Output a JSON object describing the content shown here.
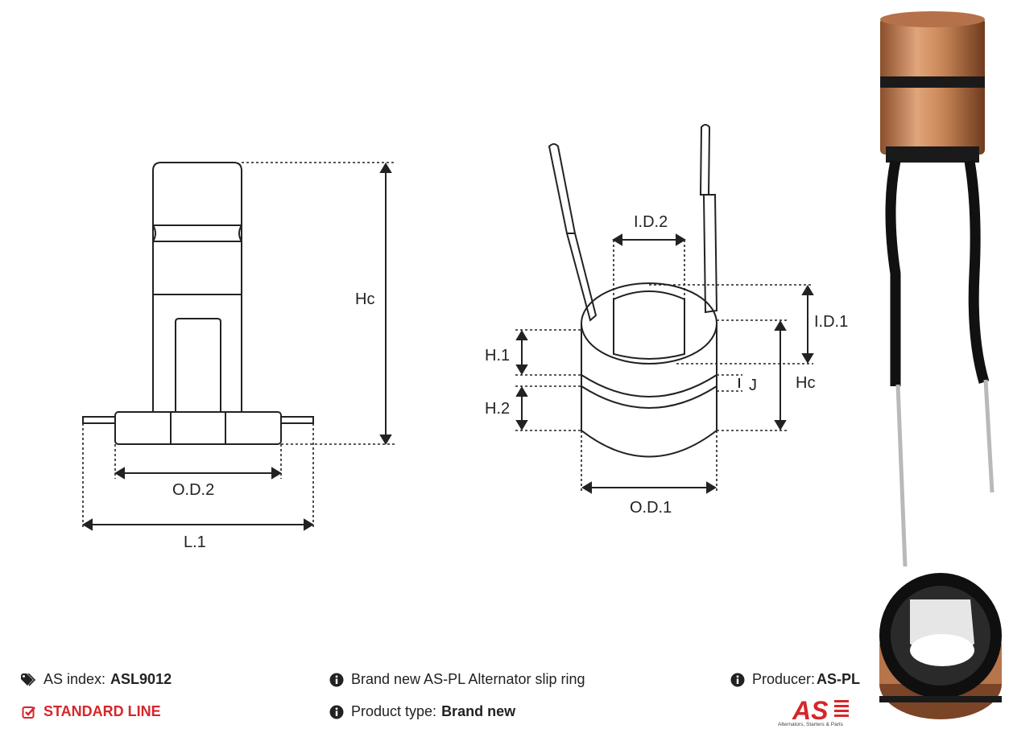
{
  "drawing_left": {
    "labels": {
      "hc": "Hc",
      "od2": "O.D.2",
      "l1": "L.1"
    }
  },
  "drawing_middle": {
    "labels": {
      "id2": "I.D.2",
      "id1": "I.D.1",
      "h1": "H.1",
      "h2": "H.2",
      "j": "J",
      "hc": "Hc",
      "od1": "O.D.1"
    }
  },
  "footer": {
    "as_index_label": "AS index:",
    "as_index_value": "ASL9012",
    "standard_line": "STANDARD LINE",
    "description": "Brand new AS-PL Alternator slip ring",
    "product_type_label": "Product type:",
    "product_type_value": "Brand new",
    "producer_label": "Producer:",
    "producer_value": "AS-PL"
  },
  "logo": {
    "text": "AS",
    "tagline": "Alternators, Starters & Parts"
  },
  "colors": {
    "accent_red": "#d6262a",
    "copper": "#c98b5e",
    "ink": "#222222"
  },
  "icons": {
    "tag": "tag-icon",
    "check": "check-square-icon",
    "info": "info-circle-icon"
  }
}
